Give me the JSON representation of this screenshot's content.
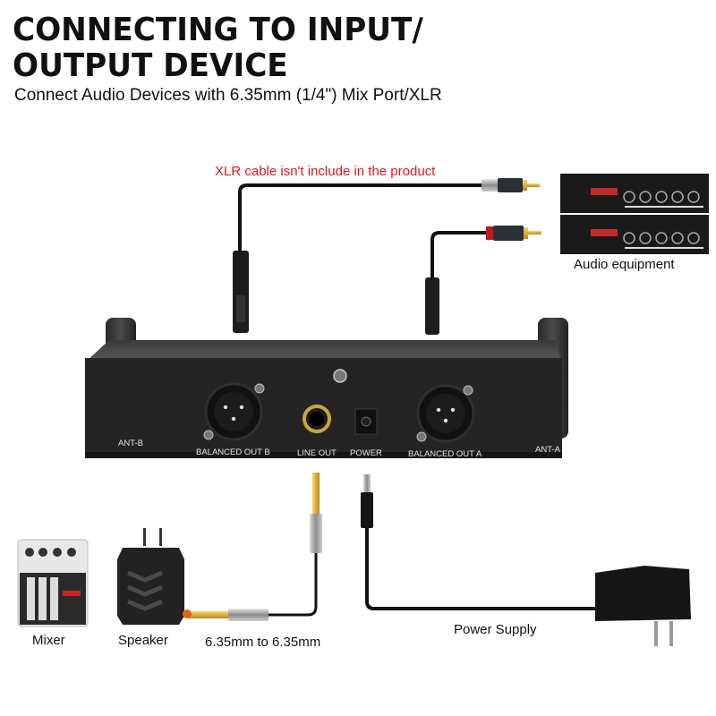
{
  "header": {
    "title_line1": "CONNECTING TO INPUT/",
    "title_line2": "OUTPUT DEVICE",
    "subtitle": "Connect Audio Devices with 6.35mm (1/4\") Mix Port/XLR"
  },
  "note": {
    "text": "XLR cable isn't include in the product",
    "color": "#e3141c"
  },
  "receiver_panel": {
    "ports": [
      {
        "label": "ANT-B"
      },
      {
        "label": "BALANCED OUT B"
      },
      {
        "label": "LINE OUT"
      },
      {
        "label": "POWER"
      },
      {
        "label": "BALANCED OUT A"
      },
      {
        "label": "ANT-A"
      }
    ]
  },
  "devices": {
    "audio_equipment": "Audio equipment",
    "mixer": "Mixer",
    "speaker": "Speaker",
    "cable_635": "6.35mm to 6.35mm",
    "power_supply": "Power Supply"
  }
}
